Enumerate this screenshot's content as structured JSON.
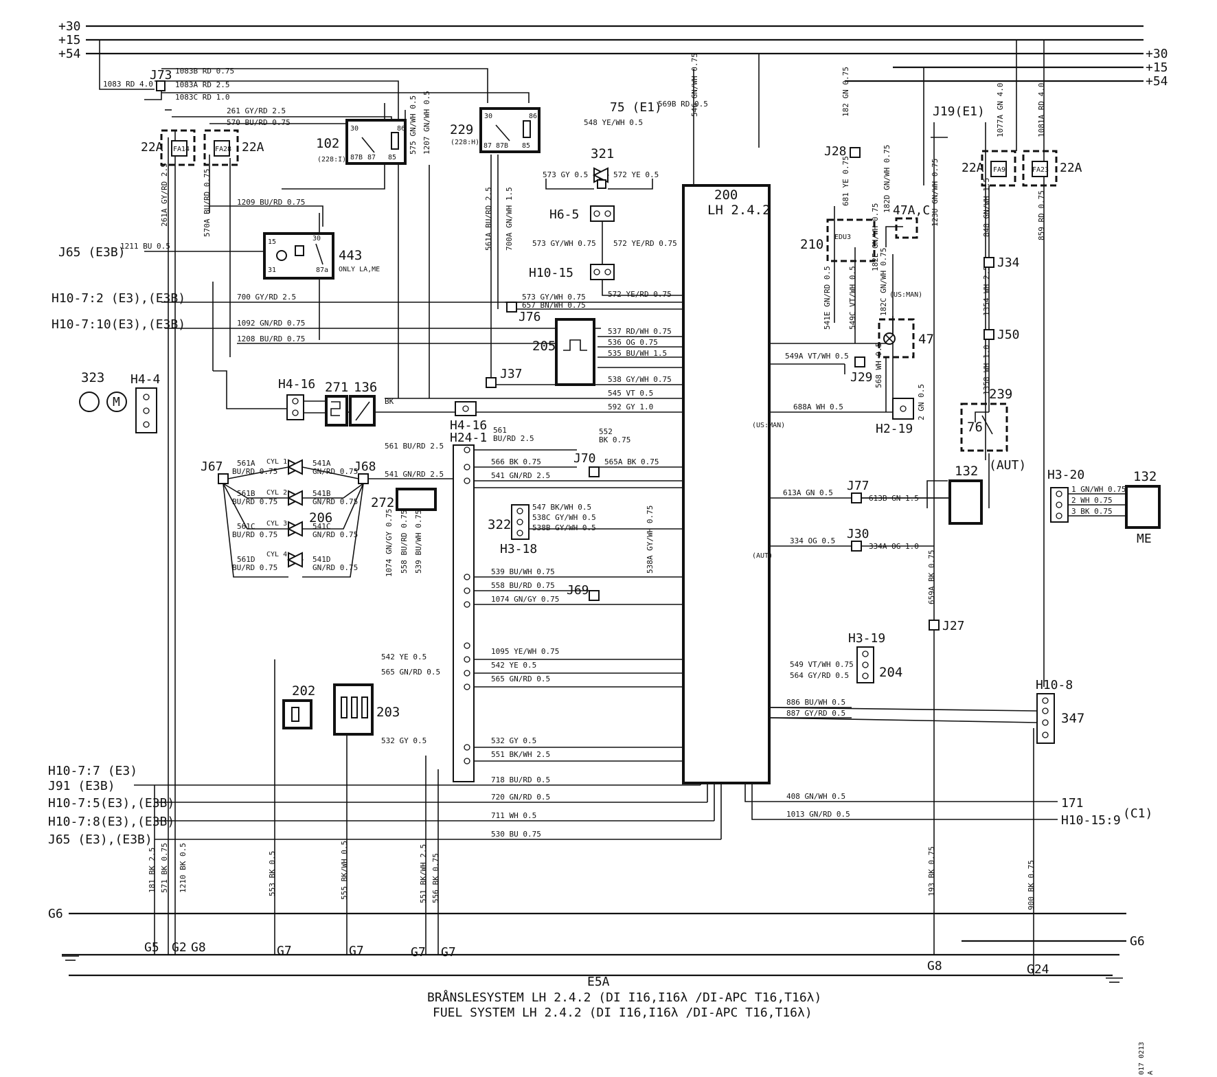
{
  "rails": {
    "p30": "+30",
    "p15": "+15",
    "p54": "+54",
    "g6": "G6"
  },
  "components": {
    "c200": "200",
    "c200_type": "LH 2.4.2",
    "c102": "102",
    "c102_sub": "(228:I)",
    "c229": "229",
    "c229_sub": "(228:H)",
    "c443": "443",
    "c443_note": "ONLY LA,ME",
    "c321": "321",
    "c205": "205",
    "c271": "271",
    "c136": "136",
    "c206": "206",
    "c272": "272",
    "c322": "322",
    "c202": "202",
    "c203": "203",
    "c210": "210",
    "c210_edu": "EDU3",
    "c47": "47",
    "c47ac": "47A,C",
    "c239": "239",
    "c76": "76",
    "c76_sub": "(AUT)",
    "c132": "132",
    "c132_me": "ME",
    "c204": "204",
    "c347": "347",
    "c323": "323",
    "c75": "75 (E1)",
    "c19": "J19(E1)",
    "c171": "171",
    "c1510": "H10-15:9",
    "c_c1": "(C1)",
    "usman": "(US:MAN)",
    "aut30": "(AUT)"
  },
  "fuses": {
    "f14": "FA14",
    "f28": "FA28",
    "f9": "FA9",
    "f23": "FA23",
    "amp": "22A"
  },
  "connectors": {
    "h44": "H4-4",
    "h416a": "H4-16",
    "h416b": "H4-16",
    "h241": "H24-1",
    "h65": "H6-5",
    "h1015": "H10-15",
    "h318": "H3-18",
    "h219": "H2-19",
    "h319": "H3-19",
    "h320": "H3-20",
    "h108": "H10-8"
  },
  "junctions": {
    "j73": "J73",
    "j76": "J76",
    "j37": "J37",
    "j67": "J67",
    "j68": "J68",
    "j70": "J70",
    "j69": "J69",
    "j28": "J28",
    "j29": "J29",
    "j77": "J77",
    "j30": "J30",
    "j27": "J27",
    "j34": "J34",
    "j50": "J50"
  },
  "left_refs": {
    "j65": "J65 (E3B)",
    "h1072": "H10-7:2 (E3),(E3B)",
    "h10710": "H10-7:10(E3),(E3B)",
    "h1077": "H10-7:7 (E3)",
    "j91": "J91     (E3B)",
    "h1075": "H10-7:5(E3),(E3B)",
    "h1078": "H10-7:8(E3),(E3B)",
    "j65b": "J65     (E3),(E3B)"
  },
  "grounds": {
    "g5": "G5",
    "g2": "G2",
    "g8": "G8",
    "g7a": "G7",
    "g7b": "G7",
    "g7c": "G7",
    "g7d": "G7",
    "g8b": "G8",
    "g24": "G24"
  },
  "wires": {
    "w1083": "1083 RD 4.0",
    "w1083b": "1083B RD 0.75",
    "w1083a": "1083A RD 2.5",
    "w1083c": "1083C RD 1.0",
    "w261": "261 GY/RD 2.5",
    "w570": "570 BU/RD 0.75",
    "w548": "548 YE/WH 0.5",
    "w569b": "569B RD 0.5",
    "w573": "573 GY 0.5",
    "w572": "572 YE 0.5",
    "w1209": "1209 BU/RD 0.75",
    "w1211": "1211 BU 0.5",
    "w573gw": "573 GY/WH 0.75",
    "w572yr": "572 YE/RD 0.75",
    "w700": "700 GY/RD 2.5",
    "w657": "657 BN/WH 0.75",
    "w572yr2": "572 YE/RD 0.75",
    "w1092": "1092 GN/RD 0.75",
    "w1208": "1208 BU/RD 0.75",
    "w537": "537 RD/WH 0.75",
    "w536": "536 OG 0.75",
    "w535": "535 BU/WH 1.5",
    "w538": "538 GY/WH 0.75",
    "w545": "545 VT 0.5",
    "w592": "592 GY 1.0",
    "wbk": "BK",
    "w561": "561 BU/RD 2.5",
    "w566": "566 BK 0.75",
    "w541": "541 GN/RD 2.5",
    "w541b": "541 GN/RD 2.5",
    "w565a": "565A BK 0.75",
    "w547": "547 BK/WH 0.5",
    "w538c": "538C GY/WH 0.5",
    "w538b": "538B GY/WH 0.5",
    "w539": "539 BU/WH 0.75",
    "w558": "558 BU/RD 0.75",
    "w1074": "1074 GN/GY 0.75",
    "w1095": "1095 YE/WH 0.75",
    "w542": "542 YE 0.5",
    "w542b": "542 YE 0.5",
    "w565": "565 GN/RD 0.5",
    "w565b": "565 GN/RD 0.5",
    "w532": "532 GY 0.5",
    "w532b": "532 GY 0.5",
    "w551": "551 BK/WH 2.5",
    "w718": "718 BU/RD 0.5",
    "w720": "720 GN/RD 0.5",
    "w711": "711 WH 0.5",
    "w530": "530 BU 0.75",
    "w408": "408 GN/WH 0.5",
    "w1013": "1013 GN/RD 0.5",
    "w549a": "549A VT/WH 0.5",
    "w688a": "688A WH 0.5",
    "w613a": "613A GN 0.5",
    "w613b": "613B GN 1.5",
    "w334": "334 OG 0.5",
    "w334a": "334A OG 1.0",
    "w549": "549 VT/WH 0.75",
    "w564": "564 GY/RD 0.5",
    "w886": "886 BU/WH 0.5",
    "w887": "887 GY/RD 0.5",
    "w1gn": "1 GN/WH 0.75",
    "w2wh": "2 WH 0.75",
    "w3bk": "3 BK 0.75",
    "w561x": "561",
    "w561y": "BU/RD 2.5",
    "w552": "552",
    "w552b": "BK 0.75",
    "w561a": "561A",
    "w561a2": "BU/RD 0.75",
    "w541a": "541A",
    "w541a2": "GN/RD 0.75",
    "w561b": "561B",
    "w561b2": "BU/RD 0.75",
    "w541bb": "541B",
    "w541bb2": "GN/RD 0.75",
    "w561c": "561C",
    "w561c2": "BU/RD 0.75",
    "w541c": "541C",
    "w541c2": "GN/RD 0.75",
    "w561d": "561D",
    "w561d2": "BU/RD 0.75",
    "w541d": "541D",
    "w541d2": "GN/RD 0.75",
    "cyl1": "CYL 1",
    "cyl2": "CYL 2",
    "cyl3": "CYL 3",
    "cyl4": "CYL 4",
    "v546": "546 GN/WH 0.75",
    "v182": "182 GN 0.75",
    "v681": "681 YE 0.75",
    "v182d": "182D GN/WH 0.75",
    "v123": "123U GN/WH 0.75",
    "v1077": "1077A GN 4.0",
    "v1081": "1081A RD 4.0",
    "v848": "848 GN/WH 1.5",
    "v859": "859 RD 0.75",
    "v1354": "1354 WH 2.5",
    "v1358": "1358 WH 1.0",
    "v659a": "659A BK 0.75",
    "v193": "193 BK 0.75",
    "v900": "900 BK 0.75",
    "v561a": "561A BU/RD 2.5",
    "v700a": "700A GN/WH 1.5",
    "v575": "575 GN/WH 0.5",
    "v1207": "1207 GN/WH 0.5",
    "v261a": "261A GY/RD 2.5",
    "v570a": "570A BU/RD 0.75",
    "v541e": "541E GN/RD 0.5",
    "v549c": "549C VT/WH 0.5",
    "v182c": "182C GN/WH 0.75",
    "v182e": "182E GN/WH 0.75",
    "v568": "568 WH 0.5",
    "v538a": "538A GY/WH 0.75",
    "v1074": "1074 GN/GY 0.75",
    "v558": "558 BU/RD 0.75",
    "v539": "539 BU/WH 0.75",
    "v181": "181 BK 2.5",
    "v571": "571 BK 0.75",
    "v1210": "1210 BK 0.5",
    "v553": "553 BK 0.5",
    "v555": "555 BK/WH 0.5",
    "v551": "551 BK/WH 2.5",
    "v556": "556 BK 0.75",
    "v2gn": "2 GN 0.5"
  },
  "footer": {
    "code": "E5A",
    "line_se": "BRÅNSLESYSTEM LH 2.4.2 (DI I16,I16λ /DI-APC T16,T16λ)",
    "line_en": "FUEL SYSTEM LH 2.4.2 (DI I16,I16λ /DI-APC T16,T16λ)",
    "sheet": "017 0213",
    "sheet_rev": "A"
  }
}
